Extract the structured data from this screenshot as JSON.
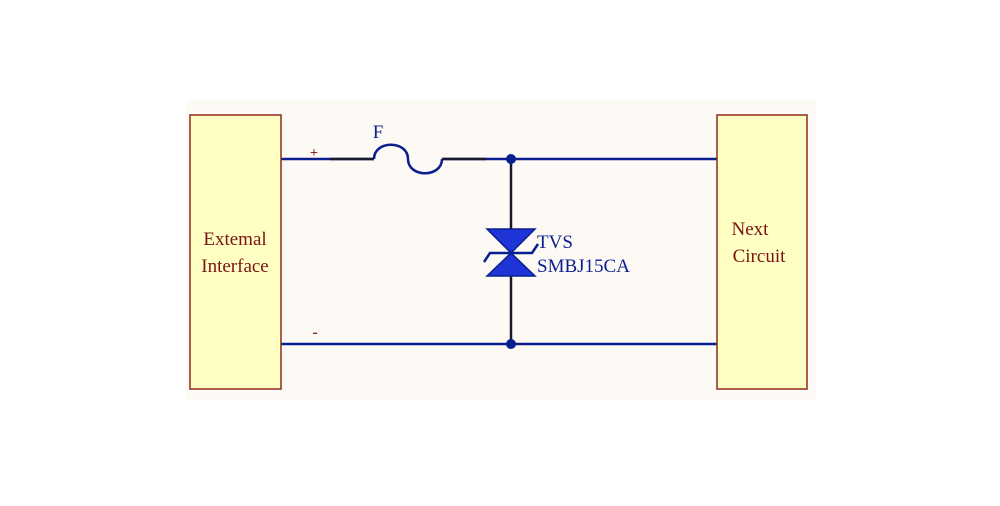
{
  "diagram": {
    "left_block": {
      "line1": "Extemal",
      "line2": "Interface"
    },
    "right_block": {
      "line1": "Next",
      "line2": "Circuit"
    },
    "fuse_label": "F",
    "tvs_label": "TVS",
    "tvs_part": "SMBJ15CA",
    "plus_label": "+",
    "minus_label": "-"
  },
  "colors": {
    "background_panel": "#fdf9f5",
    "block_fill": "#ffffc4",
    "block_stroke": "#8c2a1c",
    "block_text": "#7a1212",
    "wire": "#0a1f8f",
    "node": "#0a1f8f",
    "tvs_fill": "#1f34d6",
    "tvs_stroke": "#0a1f8f",
    "label_text": "#0a1f8f",
    "polarity_text": "#8c1f1f"
  }
}
